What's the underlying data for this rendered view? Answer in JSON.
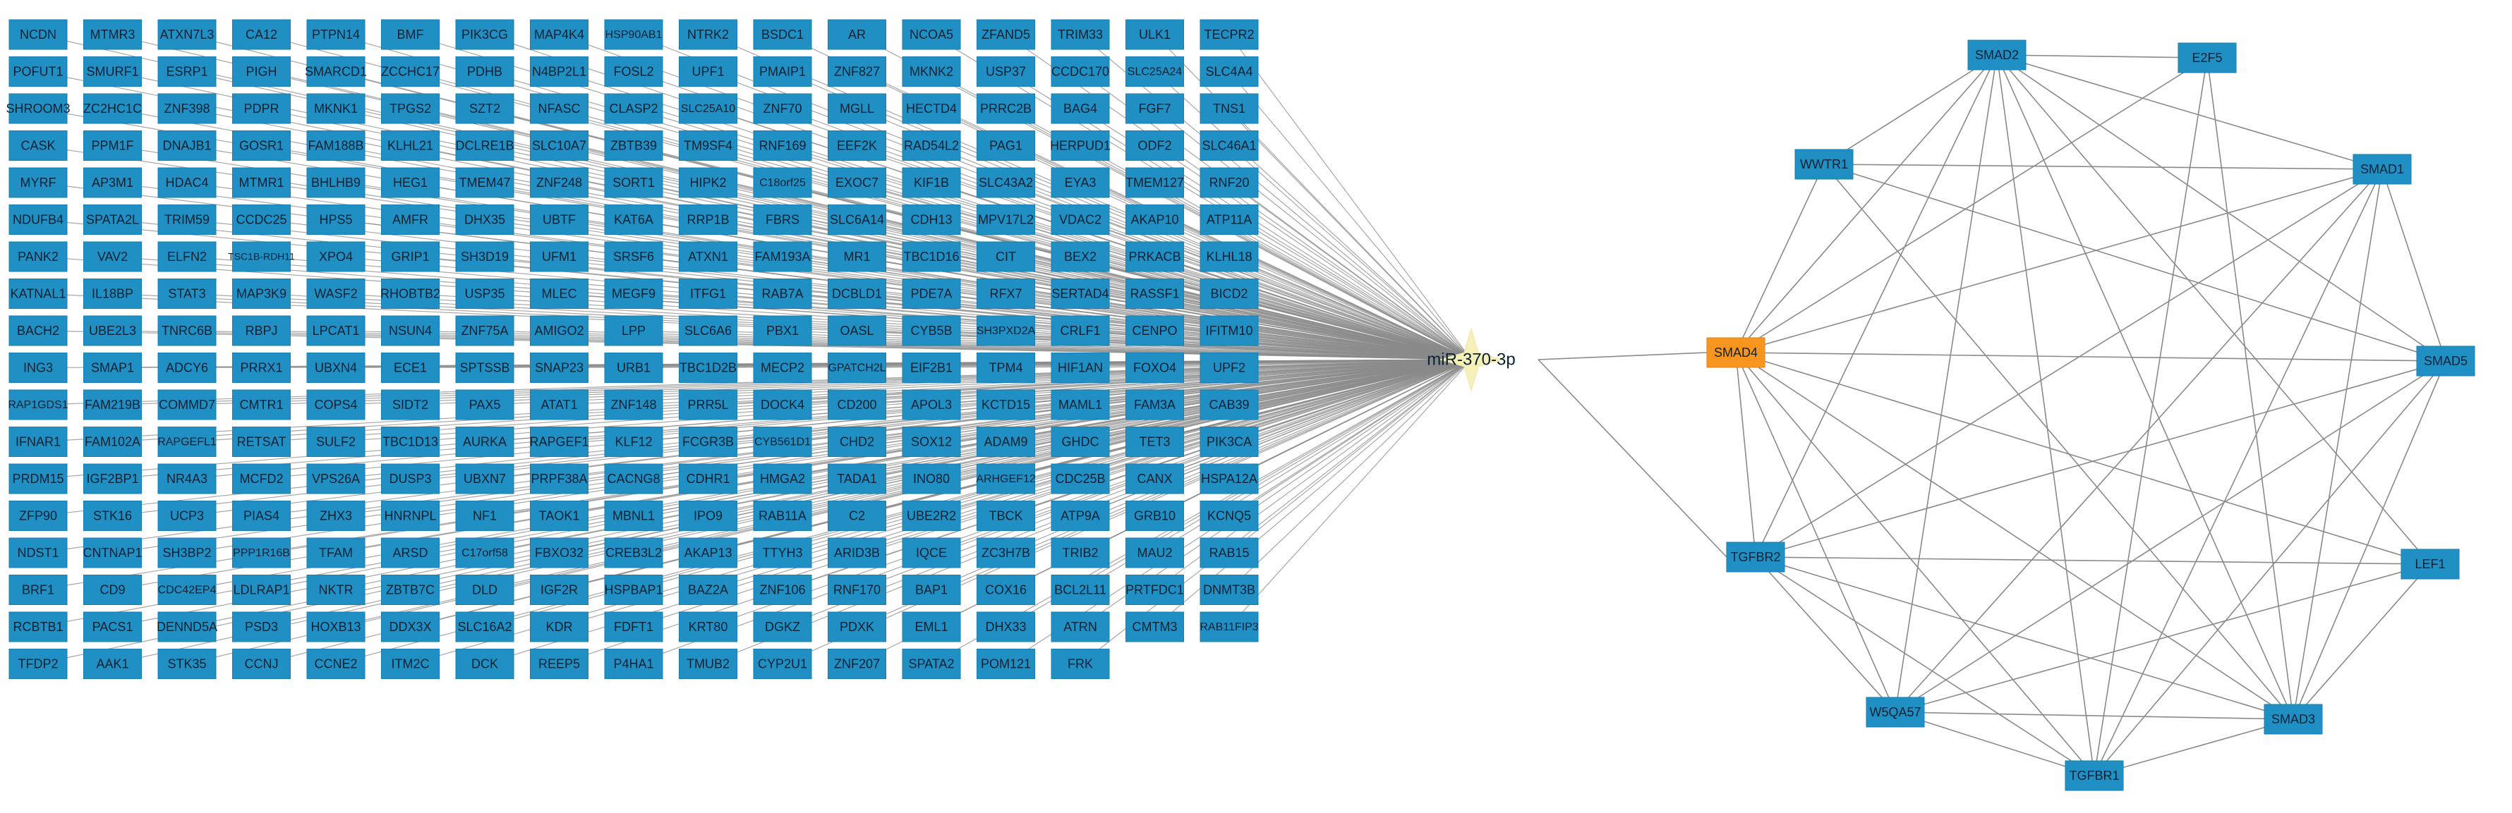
{
  "grid_genes": [
    [
      "NCDN",
      "MTMR3",
      "ATXN7L3",
      "CA12",
      "PTPN14",
      "BMF",
      "PIK3CG",
      "MAP4K4",
      "HSP90AB1",
      "NTRK2",
      "BSDC1",
      "AR",
      "NCOA5",
      "ZFAND5",
      "TRIM33",
      "ULK1",
      "TECPR2"
    ],
    [
      "POFUT1",
      "SMURF1",
      "ESRP1",
      "PIGH",
      "SMARCD1",
      "ZCCHC17",
      "PDHB",
      "N4BP2L1",
      "FOSL2",
      "UPF1",
      "PMAIP1",
      "ZNF827",
      "MKNK2",
      "USP37",
      "CCDC170",
      "SLC25A24",
      "SLC4A4"
    ],
    [
      "SHROOM3",
      "ZC2HC1C",
      "ZNF398",
      "PDPR",
      "MKNK1",
      "TPGS2",
      "SZT2",
      "NFASC",
      "CLASP2",
      "SLC25A10",
      "ZNF70",
      "MGLL",
      "HECTD4",
      "PRRC2B",
      "BAG4",
      "FGF7",
      "TNS1"
    ],
    [
      "CASK",
      "PPM1F",
      "DNAJB1",
      "GOSR1",
      "FAM188B",
      "KLHL21",
      "DCLRE1B",
      "SLC10A7",
      "ZBTB39",
      "TM9SF4",
      "RNF169",
      "EEF2K",
      "RAD54L2",
      "PAG1",
      "HERPUD1",
      "ODF2",
      "SLC46A1"
    ],
    [
      "MYRF",
      "AP3M1",
      "HDAC4",
      "MTMR1",
      "BHLHB9",
      "HEG1",
      "TMEM47",
      "ZNF248",
      "SORT1",
      "HIPK2",
      "C18orf25",
      "EXOC7",
      "KIF1B",
      "SLC43A2",
      "EYA3",
      "TMEM127",
      "RNF20"
    ],
    [
      "NDUFB4",
      "SPATA2L",
      "TRIM59",
      "CCDC25",
      "HPS5",
      "AMFR",
      "DHX35",
      "UBTF",
      "KAT6A",
      "RRP1B",
      "FBRS",
      "SLC6A14",
      "CDH13",
      "MPV17L2",
      "VDAC2",
      "AKAP10",
      "ATP11A"
    ],
    [
      "PANK2",
      "VAV2",
      "ELFN2",
      "TSC1B-RDH11",
      "XPO4",
      "GRIP1",
      "SH3D19",
      "UFM1",
      "SRSF6",
      "ATXN1",
      "FAM193A",
      "MR1",
      "TBC1D16",
      "CIT",
      "BEX2",
      "PRKACB",
      "KLHL18"
    ],
    [
      "KATNAL1",
      "IL18BP",
      "STAT3",
      "MAP3K9",
      "WASF2",
      "RHOBTB2",
      "USP35",
      "MLEC",
      "MEGF9",
      "ITFG1",
      "RAB7A",
      "DCBLD1",
      "PDE7A",
      "RFX7",
      "SERTAD4",
      "RASSF1",
      "BICD2"
    ],
    [
      "BACH2",
      "UBE2L3",
      "TNRC6B",
      "RBPJ",
      "LPCAT1",
      "NSUN4",
      "ZNF75A",
      "AMIGO2",
      "LPP",
      "SLC6A6",
      "PBX1",
      "OASL",
      "CYB5B",
      "SH3PXD2A",
      "CRLF1",
      "CENPO",
      "IFITM10"
    ],
    [
      "ING3",
      "SMAP1",
      "ADCY6",
      "PRRX1",
      "UBXN4",
      "ECE1",
      "SPTSSB",
      "SNAP23",
      "URB1",
      "TBC1D2B",
      "MECP2",
      "GPATCH2L",
      "EIF2B1",
      "TPM4",
      "HIF1AN",
      "FOXO4",
      "UPF2"
    ],
    [
      "RAP1GDS1",
      "FAM219B",
      "COMMD7",
      "CMTR1",
      "COPS4",
      "SIDT2",
      "PAX5",
      "ATAT1",
      "ZNF148",
      "PRR5L",
      "DOCK4",
      "CD200",
      "APOL3",
      "KCTD15",
      "MAML1",
      "FAM3A",
      "CAB39"
    ],
    [
      "IFNAR1",
      "FAM102A",
      "RAPGEFL1",
      "RETSAT",
      "SULF2",
      "TBC1D13",
      "AURKA",
      "RAPGEF1",
      "KLF12",
      "FCGR3B",
      "CYB561D1",
      "CHD2",
      "SOX12",
      "ADAM9",
      "GHDC",
      "TET3",
      "PIK3CA"
    ],
    [
      "PRDM15",
      "IGF2BP1",
      "NR4A3",
      "MCFD2",
      "VPS26A",
      "DUSP3",
      "UBXN7",
      "PRPF38A",
      "CACNG8",
      "CDHR1",
      "HMGA2",
      "TADA1",
      "INO80",
      "ARHGEF12",
      "CDC25B",
      "CANX",
      "HSPA12A"
    ],
    [
      "ZFP90",
      "STK16",
      "UCP3",
      "PIAS4",
      "ZHX3",
      "HNRNPL",
      "NF1",
      "TAOK1",
      "MBNL1",
      "IPO9",
      "RAB11A",
      "C2",
      "UBE2R2",
      "TBCK",
      "ATP9A",
      "GRB10",
      "KCNQ5"
    ],
    [
      "NDST1",
      "CNTNAP1",
      "SH3BP2",
      "PPP1R16B",
      "TFAM",
      "ARSD",
      "C17orf58",
      "FBXO32",
      "CREB3L2",
      "AKAP13",
      "TTYH3",
      "ARID3B",
      "IQCE",
      "ZC3H7B",
      "TRIB2",
      "MAU2",
      "RAB15"
    ],
    [
      "BRF1",
      "CD9",
      "CDC42EP4",
      "LDLRAP1",
      "NKTR",
      "ZBTB7C",
      "DLD",
      "IGF2R",
      "HSPBAP1",
      "BAZ2A",
      "ZNF106",
      "RNF170",
      "BAP1",
      "COX16",
      "BCL2L11",
      "PRTFDC1",
      "DNMT3B"
    ],
    [
      "RCBTB1",
      "PACS1",
      "DENND5A",
      "PSD3",
      "HOXB13",
      "DDX3X",
      "SLC16A2",
      "KDR",
      "FDFT1",
      "KRT80",
      "DGKZ",
      "PDXK",
      "EML1",
      "DHX33",
      "ATRN",
      "CMTM3",
      "RAB11FIP3"
    ],
    [
      "TFDP2",
      "AAK1",
      "STK35",
      "CCNJ",
      "CCNE2",
      "ITM2C",
      "DCK",
      "REEP5",
      "P4HA1",
      "TMUB2",
      "CYP2U1",
      "ZNF207",
      "SPATA2",
      "POM121",
      "FRK"
    ]
  ],
  "mirna": {
    "label": "miR-370-3p"
  },
  "ppi": {
    "hub": "SMAD4",
    "nodes": [
      "SMAD2",
      "E2F5",
      "WWTR1",
      "SMAD1",
      "SMAD4",
      "SMAD5",
      "TGFBR2",
      "LEF1",
      "W5QA57",
      "SMAD3",
      "TGFBR1"
    ],
    "edges": [
      [
        "SMAD2",
        "E2F5"
      ],
      [
        "SMAD2",
        "SMAD1"
      ],
      [
        "SMAD2",
        "WWTR1"
      ],
      [
        "SMAD2",
        "SMAD4"
      ],
      [
        "SMAD2",
        "SMAD5"
      ],
      [
        "SMAD2",
        "TGFBR2"
      ],
      [
        "SMAD2",
        "W5QA57"
      ],
      [
        "SMAD2",
        "SMAD3"
      ],
      [
        "SMAD2",
        "TGFBR1"
      ],
      [
        "SMAD2",
        "LEF1"
      ],
      [
        "E2F5",
        "SMAD4"
      ],
      [
        "E2F5",
        "SMAD3"
      ],
      [
        "E2F5",
        "TGFBR1"
      ],
      [
        "WWTR1",
        "SMAD1"
      ],
      [
        "WWTR1",
        "SMAD5"
      ],
      [
        "WWTR1",
        "SMAD3"
      ],
      [
        "WWTR1",
        "SMAD4"
      ],
      [
        "SMAD1",
        "SMAD4"
      ],
      [
        "SMAD1",
        "SMAD5"
      ],
      [
        "SMAD1",
        "TGFBR2"
      ],
      [
        "SMAD1",
        "W5QA57"
      ],
      [
        "SMAD1",
        "SMAD3"
      ],
      [
        "SMAD1",
        "TGFBR1"
      ],
      [
        "SMAD4",
        "SMAD5"
      ],
      [
        "SMAD4",
        "TGFBR2"
      ],
      [
        "SMAD4",
        "W5QA57"
      ],
      [
        "SMAD4",
        "SMAD3"
      ],
      [
        "SMAD4",
        "TGFBR1"
      ],
      [
        "SMAD4",
        "LEF1"
      ],
      [
        "SMAD5",
        "TGFBR2"
      ],
      [
        "SMAD5",
        "W5QA57"
      ],
      [
        "SMAD5",
        "SMAD3"
      ],
      [
        "SMAD5",
        "TGFBR1"
      ],
      [
        "TGFBR2",
        "SMAD3"
      ],
      [
        "TGFBR2",
        "TGFBR1"
      ],
      [
        "TGFBR2",
        "W5QA57"
      ],
      [
        "TGFBR2",
        "LEF1"
      ],
      [
        "W5QA57",
        "LEF1"
      ],
      [
        "W5QA57",
        "SMAD3"
      ],
      [
        "W5QA57",
        "TGFBR1"
      ],
      [
        "SMAD3",
        "TGFBR1"
      ],
      [
        "SMAD3",
        "LEF1"
      ]
    ]
  },
  "colors": {
    "node_fill": "#1f8fc4",
    "node_stroke": "#1a7fb0",
    "hub_fill": "#f7951e",
    "edge": "#8a8a8a",
    "mirna_star": "#f6efb8",
    "text": "#0a2233"
  }
}
